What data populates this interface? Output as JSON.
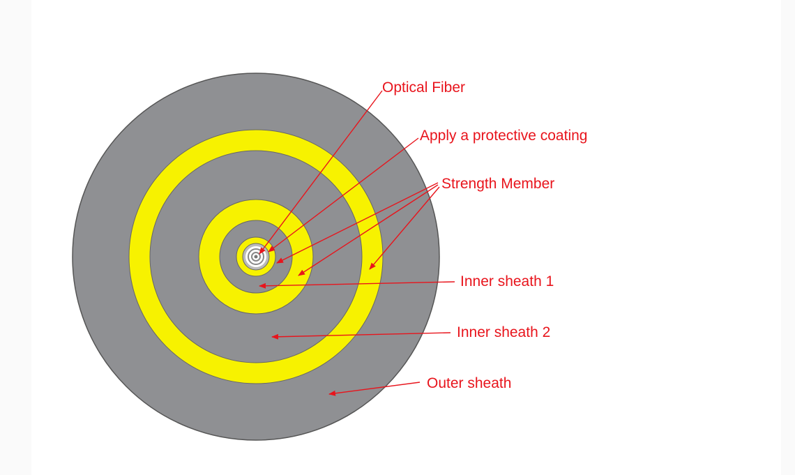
{
  "labels": {
    "optical_fiber": "Optical Fiber",
    "coating": "Apply a protective coating",
    "strength_member": "Strength Member",
    "inner_sheath_1": "Inner sheath 1",
    "inner_sheath_2": "Inner sheath 2",
    "outer_sheath": "Outer sheath"
  },
  "colors": {
    "sheath": "#8f9093",
    "strength": "#f7f200",
    "label": "#e8141c"
  }
}
